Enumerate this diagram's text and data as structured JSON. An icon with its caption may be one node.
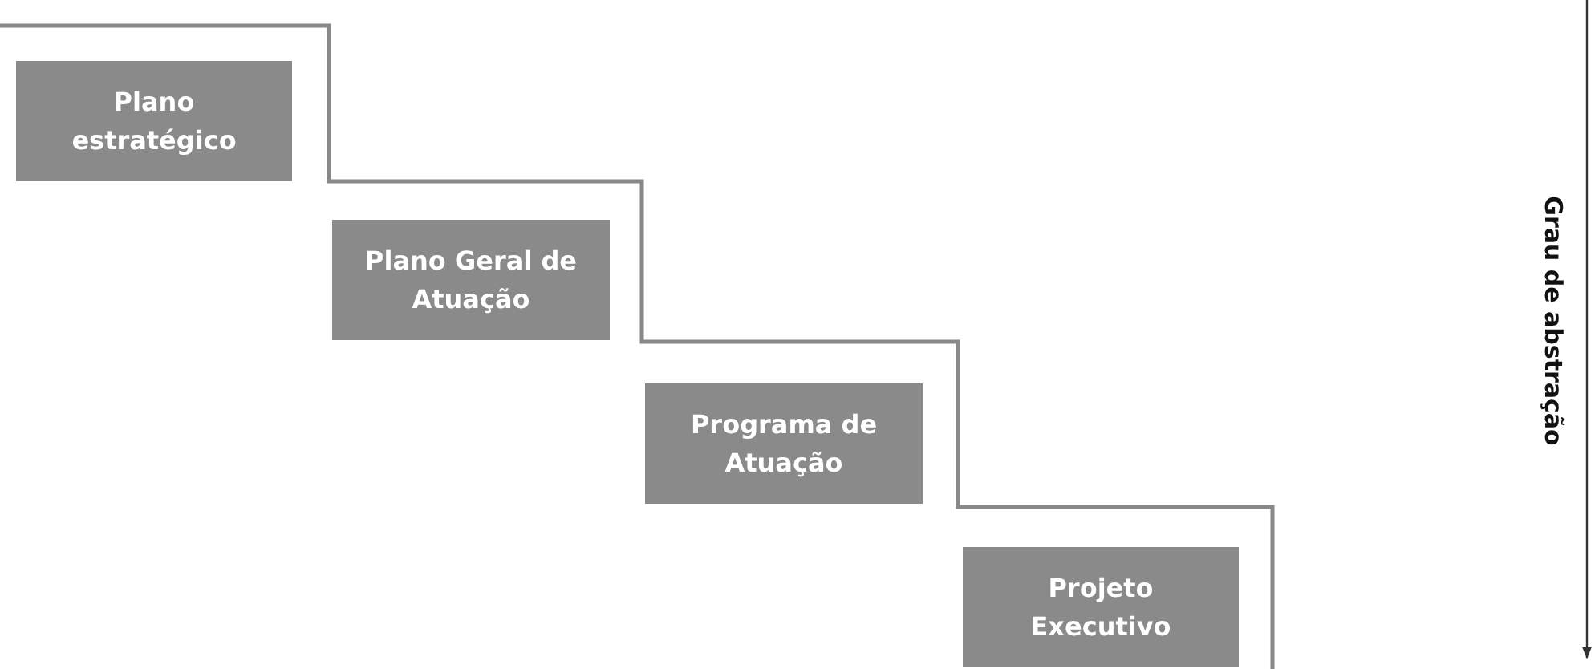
{
  "diagram": {
    "nodes": [
      {
        "text": [
          "Plano estratégico"
        ]
      },
      {
        "text": [
          "Plano Geral de Atuação"
        ]
      },
      {
        "text": [
          "Programa de Atuação"
        ]
      },
      {
        "text": [
          "Projeto Executivo"
        ]
      }
    ],
    "labels": [
      "Grau de abstração"
    ]
  }
}
